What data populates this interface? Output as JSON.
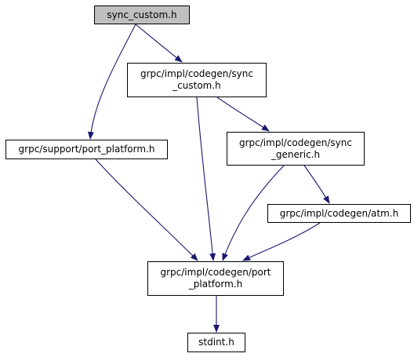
{
  "diagram": {
    "type": "include-dependency-graph",
    "edge_color": "#191970",
    "root_fill": "#bfbfbf",
    "nodes": {
      "root": {
        "label": "sync_custom.h"
      },
      "sync": {
        "label": "grpc/impl/codegen/sync\n_custom.h"
      },
      "port": {
        "label": "grpc/support/port_platform.h"
      },
      "gen": {
        "label": "grpc/impl/codegen/sync\n_generic.h"
      },
      "atm": {
        "label": "grpc/impl/codegen/atm.h"
      },
      "cport": {
        "label": "grpc/impl/codegen/port\n_platform.h"
      },
      "stdint": {
        "label": "stdint.h"
      }
    },
    "edges": [
      {
        "from": "root",
        "to": "sync"
      },
      {
        "from": "root",
        "to": "port"
      },
      {
        "from": "sync",
        "to": "cport"
      },
      {
        "from": "sync",
        "to": "gen"
      },
      {
        "from": "port",
        "to": "cport"
      },
      {
        "from": "gen",
        "to": "cport"
      },
      {
        "from": "gen",
        "to": "atm"
      },
      {
        "from": "atm",
        "to": "cport"
      },
      {
        "from": "cport",
        "to": "stdint"
      }
    ]
  }
}
